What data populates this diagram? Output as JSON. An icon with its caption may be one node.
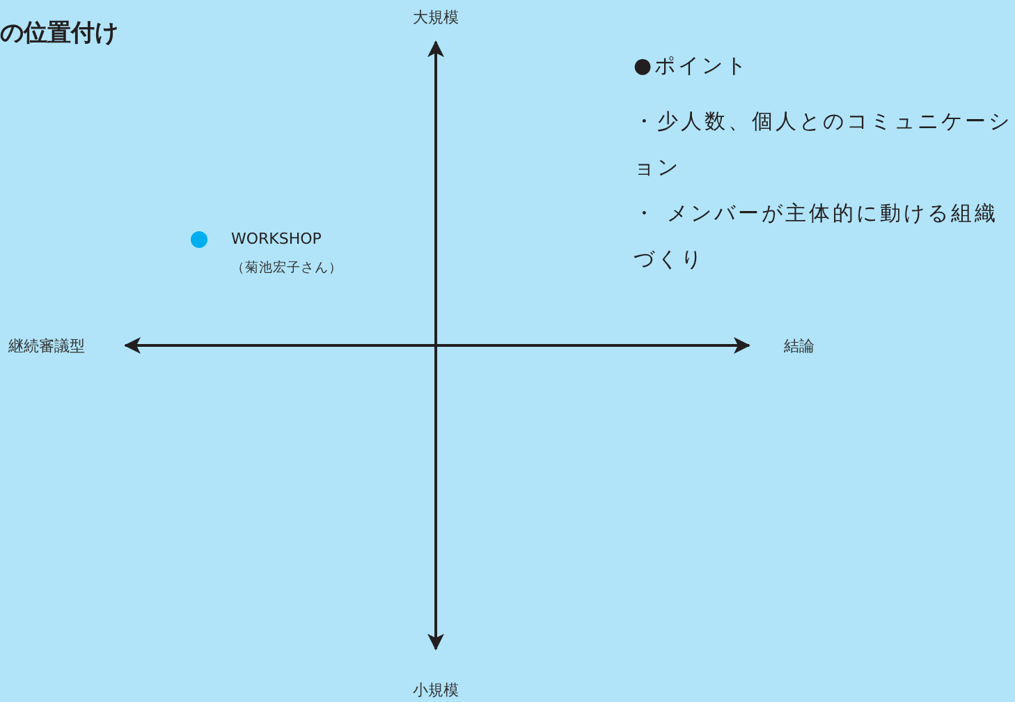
{
  "diagram": {
    "title": "の位置付け",
    "labels": [
      "大規模",
      "●ポイント",
      "・少人数、個人とのコミュニケーション",
      "・ メンバーが主体的に動ける組織づくり",
      "WORKSHOP",
      "（菊池宏子さん）",
      "継続審議型",
      "結論",
      "小規模"
    ]
  }
}
